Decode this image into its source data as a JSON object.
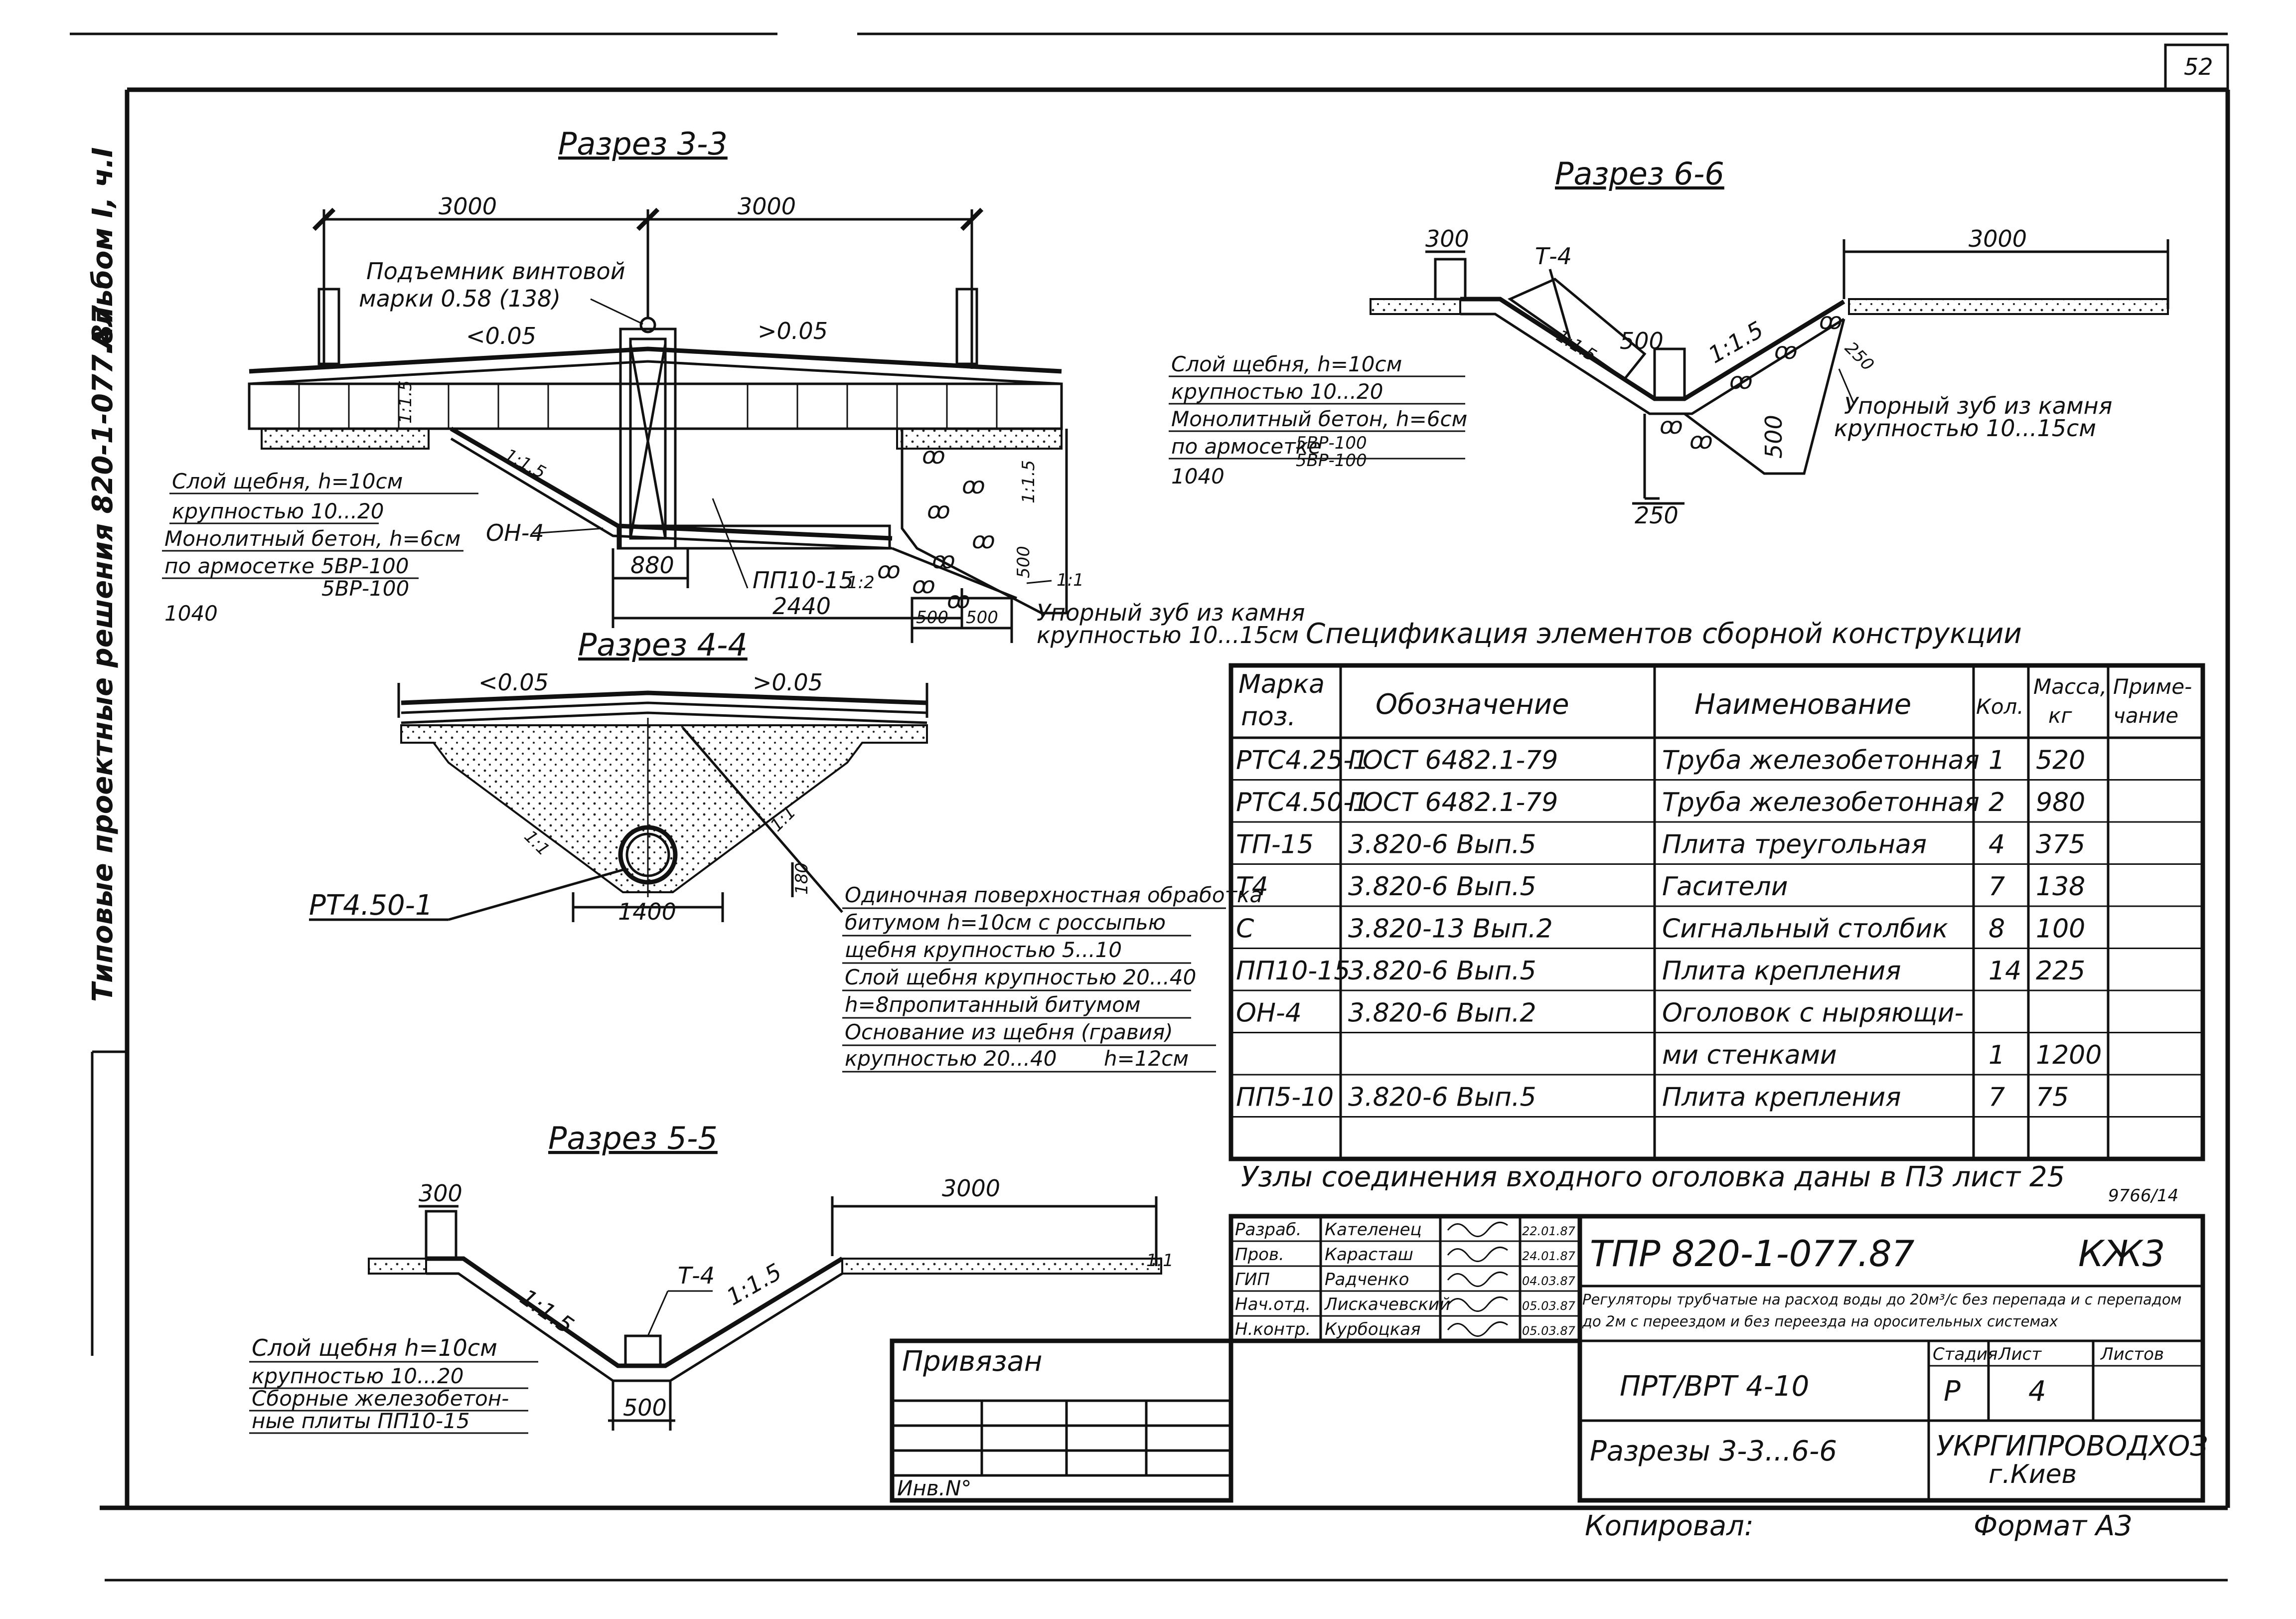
{
  "sheet_number": "52",
  "margin_title": {
    "album": "Альбом I, ч.I",
    "series": "Типовые проектные решения 820-1-077.87"
  },
  "section_3_3": {
    "title": "Разрез 3-3",
    "dims": {
      "left_span": "3000",
      "right_span": "3000",
      "d880": "880",
      "d2440": "2440",
      "d500a": "500",
      "d500b": "500",
      "d500v": "500"
    },
    "slopes": {
      "s1": "<0.05",
      "s2": ">0.05",
      "s3": "1:1.5",
      "s4": "1:1.5",
      "s5": "1:1.5",
      "s6": "1:2",
      "s7": "1:1"
    },
    "labels": {
      "lift_1": "Подъемник винтовой",
      "lift_2": "марки 0.58 (138)",
      "on4": "ОН-4",
      "pp": "ПП10-15",
      "stop_1": "Упорный зуб из камня",
      "stop_2": "крупностью 10...15см"
    },
    "legend": [
      "Слой щебня, h=10см",
      "крупностью 10...20",
      "Монолитный бетон, h=6см",
      "по армосетке 5ВР-100",
      "5ВР-100",
      "1040"
    ]
  },
  "section_6_6": {
    "title": "Разрез 6-6",
    "dims": {
      "d300": "300",
      "d3000": "3000",
      "d500a": "500",
      "d500b": "500",
      "d250a": "250",
      "d250b": "250"
    },
    "slopes": {
      "s1": "1:1.5",
      "s2": "1:1.5"
    },
    "labels": {
      "t4": "Т-4",
      "stop_1": "Упорный зуб из камня",
      "stop_2": "крупностью 10...15см"
    },
    "legend": [
      "Слой щебня, h=10см",
      "крупностью 10...20",
      "Монолитный бетон, h=6см",
      "по армосетке",
      "5ВР-100",
      "5ВР-100",
      "1040"
    ]
  },
  "section_4_4": {
    "title": "Разрез 4-4",
    "slopes": {
      "s1": "<0.05",
      "s2": ">0.05",
      "s3": "1:1",
      "s4": "1:1"
    },
    "dims": {
      "d1400": "1400",
      "d180": "180"
    },
    "pipe_label": "РТ4.50-1",
    "legend": [
      "Одиночная поверхностная обработка",
      "битумом h=10см с россыпью",
      "щебня крупностью 5...10",
      "Слой щебня крупностью 20...40",
      "h=8пропитанный битумом",
      "Основание из щебня (гравия)",
      "крупностью 20...40",
      "h=12см"
    ]
  },
  "section_5_5": {
    "title": "Разрез 5-5",
    "dims": {
      "d300": "300",
      "d3000": "3000",
      "d500": "500"
    },
    "slopes": {
      "s1": "1:1.5",
      "s2": "1:1.5",
      "s3": "1:1"
    },
    "labels": {
      "t4": "Т-4"
    },
    "legend": [
      "Слой щебня h=10см",
      "крупностью 10...20",
      "Сборные железобетон-",
      "ные плиты ПП10-15"
    ]
  },
  "spec": {
    "title": "Спецификация элементов сборной конструкции",
    "headers": {
      "mark_1": "Марка",
      "mark_2": "поз.",
      "designation": "Обозначение",
      "name": "Наименование",
      "qty": "Кол.",
      "mass_1": "Масса,",
      "mass_2": "кг",
      "note_1": "Приме-",
      "note_2": "чание"
    },
    "rows": [
      {
        "mark": "РТС4.25-1",
        "designation": "ГОСТ 6482.1-79",
        "name": "Труба железобетонная",
        "qty": "1",
        "mass": "520",
        "note": ""
      },
      {
        "mark": "РТС4.50-1",
        "designation": "ГОСТ 6482.1-79",
        "name": "Труба железобетонная",
        "qty": "2",
        "mass": "980",
        "note": ""
      },
      {
        "mark": "ТП-15",
        "designation": "3.820-6 Вып.5",
        "name": "Плита треугольная",
        "qty": "4",
        "mass": "375",
        "note": ""
      },
      {
        "mark": "Т4",
        "designation": "3.820-6 Вып.5",
        "name": "Гасители",
        "qty": "7",
        "mass": "138",
        "note": ""
      },
      {
        "mark": "С",
        "designation": "3.820-13 Вып.2",
        "name": "Сигнальный столбик",
        "qty": "8",
        "mass": "100",
        "note": ""
      },
      {
        "mark": "ПП10-15",
        "designation": "3.820-6 Вып.5",
        "name": "Плита крепления",
        "qty": "14",
        "mass": "225",
        "note": ""
      },
      {
        "mark": "ОН-4",
        "designation": "3.820-6 Вып.2",
        "name": "Оголовок с ныряющи-",
        "qty": "",
        "mass": "",
        "note": ""
      },
      {
        "mark": "",
        "designation": "",
        "name": "ми стенками",
        "qty": "1",
        "mass": "1200",
        "note": ""
      },
      {
        "mark": "ПП5-10",
        "designation": "3.820-6 Вып.5",
        "name": "Плита крепления",
        "qty": "7",
        "mass": "75",
        "note": ""
      },
      {
        "mark": "",
        "designation": "",
        "name": "",
        "qty": "",
        "mass": "",
        "note": ""
      }
    ],
    "footnote": "Узлы соединения входного оголовка даны в ПЗ лист 25",
    "ref": "9766/14"
  },
  "title_block": {
    "roles": [
      {
        "role": "Разраб.",
        "name": "Кателенец",
        "date": "22.01.87"
      },
      {
        "role": "Пров.",
        "name": "Карасташ",
        "date": "24.01.87"
      },
      {
        "role": "ГИП",
        "name": "Радченко",
        "date": "04.03.87"
      },
      {
        "role": "Нач.отд.",
        "name": "Лискачевский",
        "date": "05.03.87"
      },
      {
        "role": "Н.контр.",
        "name": "Курбоцкая",
        "date": "05.03.87"
      }
    ],
    "code": "ТПР 820-1-077.87",
    "mark": "КЖ3",
    "description": "Регуляторы трубчатые на расход воды до 20м³/с без перепада и с перепадом до 2м с переездом и без переезда на оросительных системах",
    "stage_label": "Стадия",
    "sheet_label": "Лист",
    "sheets_label": "Листов",
    "stage": "Р",
    "sheet": "4",
    "subject_code": "ПРТ/ВРТ 4-10",
    "subject": "Разрезы 3-3...6-6",
    "org_1": "УКРГИПРОВОДХОЗ",
    "org_2": "г.Киев",
    "bound": "Привязан",
    "inv": "Инв.N°",
    "copied": "Копировал:",
    "format": "Формат А3"
  }
}
